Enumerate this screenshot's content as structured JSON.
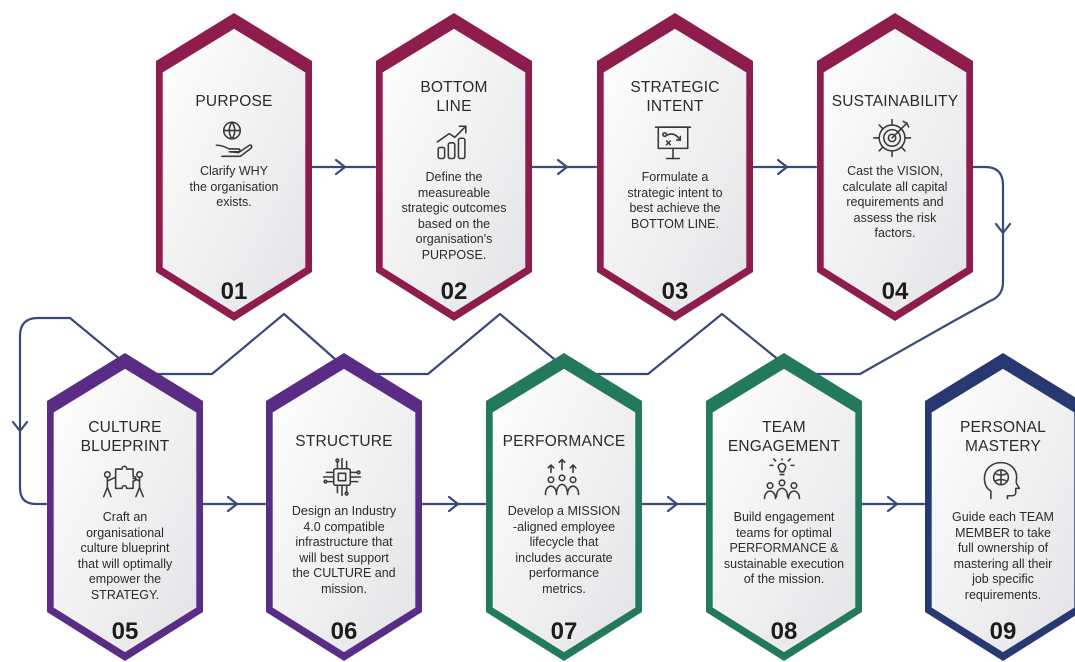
{
  "colors": {
    "maroon": "#8e1d4e",
    "purple": "#5a2c86",
    "green": "#22795e",
    "navy": "#283972",
    "connector": "#3a4a78"
  },
  "steps": [
    {
      "number": "01",
      "title": [
        "PURPOSE"
      ],
      "desc": [
        "Clarify WHY",
        "the organisation",
        "exists."
      ],
      "icon": "globe-hand-icon",
      "header": "maroon"
    },
    {
      "number": "02",
      "title": [
        "BOTTOM",
        "LINE"
      ],
      "desc": [
        "Define the",
        "measureable",
        "strategic outcomes",
        "based on the",
        "organisation's",
        "PURPOSE."
      ],
      "icon": "growth-chart-icon",
      "header": "maroon"
    },
    {
      "number": "03",
      "title": [
        "STRATEGIC",
        "INTENT"
      ],
      "desc": [
        "Formulate a",
        "strategic intent to",
        "best achieve the",
        "BOTTOM LINE."
      ],
      "icon": "strategy-board-icon",
      "header": "maroon"
    },
    {
      "number": "04",
      "title": [
        "SUSTAINABILITY"
      ],
      "desc": [
        "Cast the VISION,",
        "calculate all capital",
        "requirements and",
        "assess the risk",
        "factors."
      ],
      "icon": "target-gear-icon",
      "header": "maroon"
    },
    {
      "number": "05",
      "title": [
        "CULTURE",
        "BLUEPRINT"
      ],
      "desc": [
        "Craft an",
        "organisational",
        "culture blueprint",
        "that will optimally",
        "empower the",
        "STRATEGY."
      ],
      "icon": "puzzle-team-icon",
      "header": "purple"
    },
    {
      "number": "06",
      "title": [
        "STRUCTURE"
      ],
      "desc": [
        "Design an Industry",
        "4.0 compatible",
        "infrastructure that",
        "will best support",
        "the CULTURE and",
        "mission."
      ],
      "icon": "circuit-chip-icon",
      "header": "purple"
    },
    {
      "number": "07",
      "title": [
        "PERFORMANCE"
      ],
      "desc": [
        "Develop a MISSION",
        "-aligned employee",
        "lifecycle that",
        "includes accurate",
        "performance",
        "metrics."
      ],
      "icon": "team-growth-icon",
      "header": "green"
    },
    {
      "number": "08",
      "title": [
        "TEAM",
        "ENGAGEMENT"
      ],
      "desc": [
        "Build engagement",
        "teams for optimal",
        "PERFORMANCE &",
        "sustainable execution",
        "of the mission."
      ],
      "icon": "team-idea-icon",
      "header": "green"
    },
    {
      "number": "09",
      "title": [
        "PERSONAL",
        "MASTERY"
      ],
      "desc": [
        "Guide each TEAM",
        "MEMBER to take",
        "full ownership of",
        "mastering all their",
        "job specific",
        "requirements."
      ],
      "icon": "head-brain-icon",
      "header": "navy"
    }
  ]
}
